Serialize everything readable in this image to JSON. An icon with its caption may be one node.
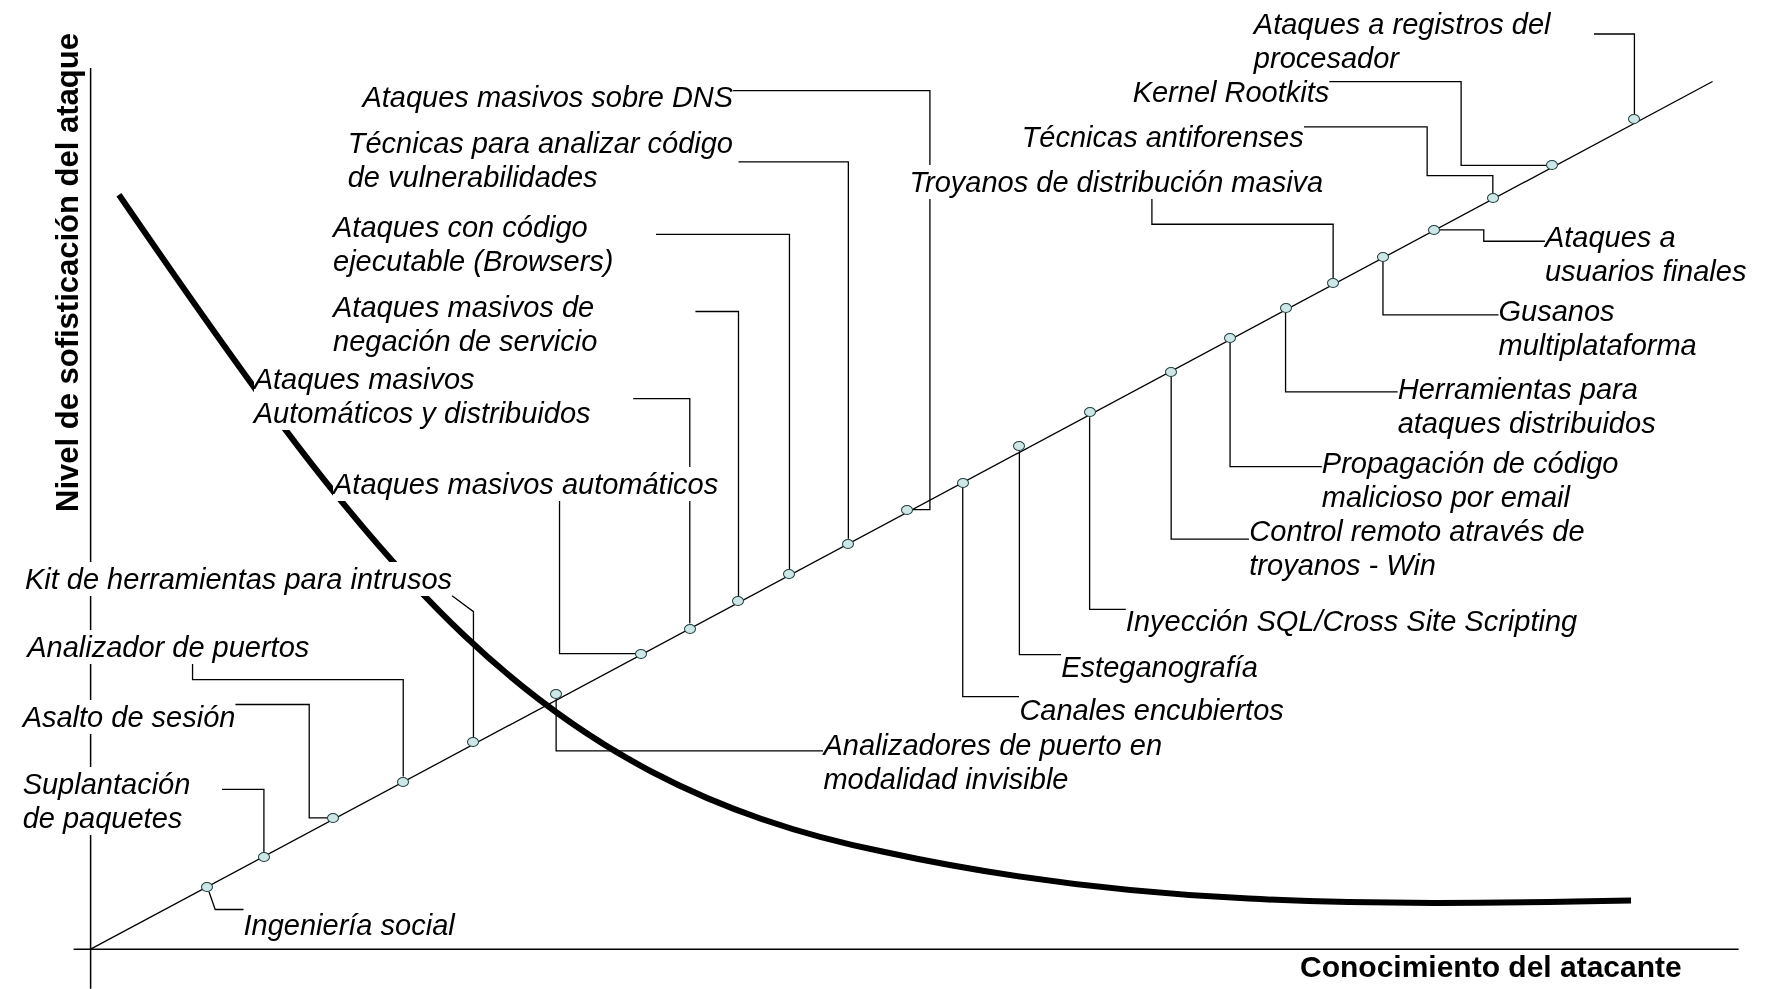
{
  "diagram": {
    "nodes": [
      {
        "text": [
          "Ataques a registros del procesador"
        ]
      },
      {
        "text": [
          "Kernel Rootkits"
        ]
      },
      {
        "text": [
          "Ataques masivos sobre DNS"
        ]
      },
      {
        "text": [
          "Técnicas para analizar código de vulnerabilidades"
        ]
      },
      {
        "text": [
          "Técnicas antiforenses"
        ]
      },
      {
        "text": [
          "Troyanos de distribución masiva"
        ]
      },
      {
        "text": [
          "Ataques con código ejecutable (Browsers)"
        ]
      },
      {
        "text": [
          "Ataques a usuarios finales"
        ]
      },
      {
        "text": [
          "Ataques masivos de negación de servicio"
        ]
      },
      {
        "text": [
          "Gusanos multiplataforma"
        ]
      },
      {
        "text": [
          "Ataques masivos Automáticos y distribuidos"
        ]
      },
      {
        "text": [
          "Herramientas para ataques distribuidos"
        ]
      },
      {
        "text": [
          "Propagación de código malicioso por email"
        ]
      },
      {
        "text": [
          "Ataques masivos automáticos"
        ]
      },
      {
        "text": [
          "Control remoto através de troyanos - Win"
        ]
      },
      {
        "text": [
          "Kit de herramientas para intrusos"
        ]
      },
      {
        "text": [
          "Inyección SQL/Cross Site Scripting"
        ]
      },
      {
        "text": [
          "Analizador de puertos"
        ]
      },
      {
        "text": [
          "Esteganografía"
        ]
      },
      {
        "text": [
          "Canales encubiertos"
        ]
      },
      {
        "text": [
          "Asalto de sesión"
        ]
      },
      {
        "text": [
          "Analizadores de puerto en modalidad invisible"
        ]
      },
      {
        "text": [
          "Suplantación de paquetes"
        ]
      },
      {
        "text": [
          "Ingeniería social"
        ]
      },
      {
        "text": [],
        "shape": "circle"
      },
      {
        "text": [],
        "shape": "circle"
      },
      {
        "text": [],
        "shape": "circle"
      },
      {
        "text": [],
        "shape": "circle"
      },
      {
        "text": [],
        "shape": "circle"
      },
      {
        "text": [],
        "shape": "circle"
      },
      {
        "text": [],
        "shape": "circle"
      },
      {
        "text": [],
        "shape": "circle"
      },
      {
        "text": [],
        "shape": "circle"
      },
      {
        "text": [],
        "shape": "circle"
      },
      {
        "text": [],
        "shape": "circle"
      },
      {
        "text": [],
        "shape": "circle"
      },
      {
        "text": [],
        "shape": "circle"
      },
      {
        "text": [],
        "shape": "circle"
      },
      {
        "text": [],
        "shape": "circle"
      },
      {
        "text": [],
        "shape": "circle"
      },
      {
        "text": [],
        "shape": "circle"
      },
      {
        "text": [],
        "shape": "circle"
      },
      {
        "text": [],
        "shape": "circle"
      },
      {
        "text": [],
        "shape": "circle"
      },
      {
        "text": [],
        "shape": "circle"
      },
      {
        "text": [],
        "shape": "circle"
      },
      {
        "text": [],
        "shape": "circle"
      },
      {
        "text": [],
        "shape": "circle"
      }
    ],
    "edges": [
      {
        "from": 0,
        "to": 47,
        "arrow": "none"
      },
      {
        "from": 1,
        "to": 46,
        "arrow": "none"
      },
      {
        "from": 2,
        "to": 35,
        "arrow": "none"
      },
      {
        "from": 3,
        "to": 34,
        "arrow": "none"
      },
      {
        "from": 4,
        "to": 45,
        "arrow": "none"
      },
      {
        "from": 5,
        "to": 42,
        "arrow": "none"
      },
      {
        "from": 6,
        "to": 33,
        "arrow": "none"
      },
      {
        "from": 7,
        "to": 44,
        "arrow": "none"
      },
      {
        "from": 8,
        "to": 32,
        "arrow": "none"
      },
      {
        "from": 9,
        "to": 43,
        "arrow": "none"
      },
      {
        "from": 10,
        "to": 31,
        "arrow": "none"
      },
      {
        "from": 11,
        "to": 41,
        "arrow": "none"
      },
      {
        "from": 12,
        "to": 40,
        "arrow": "none"
      },
      {
        "from": 13,
        "to": 30,
        "arrow": "none"
      },
      {
        "from": 14,
        "to": 39,
        "arrow": "none"
      },
      {
        "from": 15,
        "to": 28,
        "arrow": "none"
      },
      {
        "from": 16,
        "to": 38,
        "arrow": "none"
      },
      {
        "from": 17,
        "to": 27,
        "arrow": "none"
      },
      {
        "from": 18,
        "to": 37,
        "arrow": "none"
      },
      {
        "from": 19,
        "to": 36,
        "arrow": "none"
      },
      {
        "from": 20,
        "to": 26,
        "arrow": "none"
      },
      {
        "from": 21,
        "to": 29,
        "arrow": "none"
      },
      {
        "from": 22,
        "to": 25,
        "arrow": "none"
      },
      {
        "from": 23,
        "to": 24,
        "arrow": "none"
      }
    ],
    "labels": [
      "Nivel de sofisticación del ataque",
      "Conocimiento del atacante"
    ]
  }
}
